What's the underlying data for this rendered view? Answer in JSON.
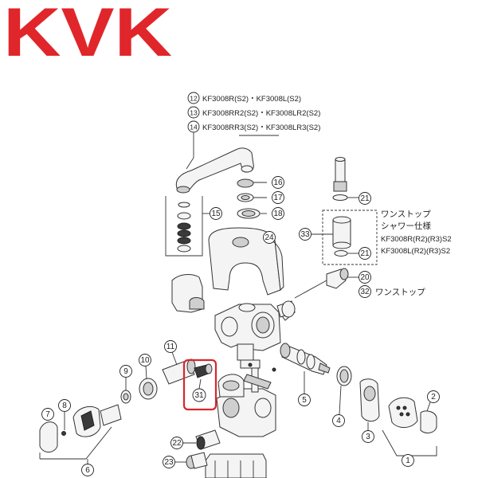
{
  "brand": {
    "logo_text": "KVK",
    "logo_color": "#e0262a"
  },
  "models": [
    {
      "number": "12",
      "text": "KF3008R(S2)・KF3008L(S2)"
    },
    {
      "number": "13",
      "text": "KF3008RR2(S2)・KF3008LR2(S2)"
    },
    {
      "number": "14",
      "text": "KF3008RR3(S2)・KF3008LR3(S2)"
    }
  ],
  "one_stop_shower": {
    "title_line1": "ワンストップ",
    "title_line2": "シャワー仕様",
    "model_r": "KF3008R(R2)(R3)S2",
    "model_l": "KF3008L(R2)(R3)S2"
  },
  "one_stop_label": "ワンストップ",
  "part_numbers": {
    "p1": "1",
    "p2": "2",
    "p3": "3",
    "p4": "4",
    "p5": "5",
    "p6": "6",
    "p7": "7",
    "p8": "8",
    "p9": "9",
    "p10": "10",
    "p11": "11",
    "p15": "15",
    "p16": "16",
    "p17": "17",
    "p18": "18",
    "p20": "20",
    "p21a": "21",
    "p21b": "21",
    "p22": "22",
    "p23": "23",
    "p24": "24",
    "p31": "31",
    "p32": "32",
    "p33": "33"
  },
  "highlight_color": "#d9262c"
}
